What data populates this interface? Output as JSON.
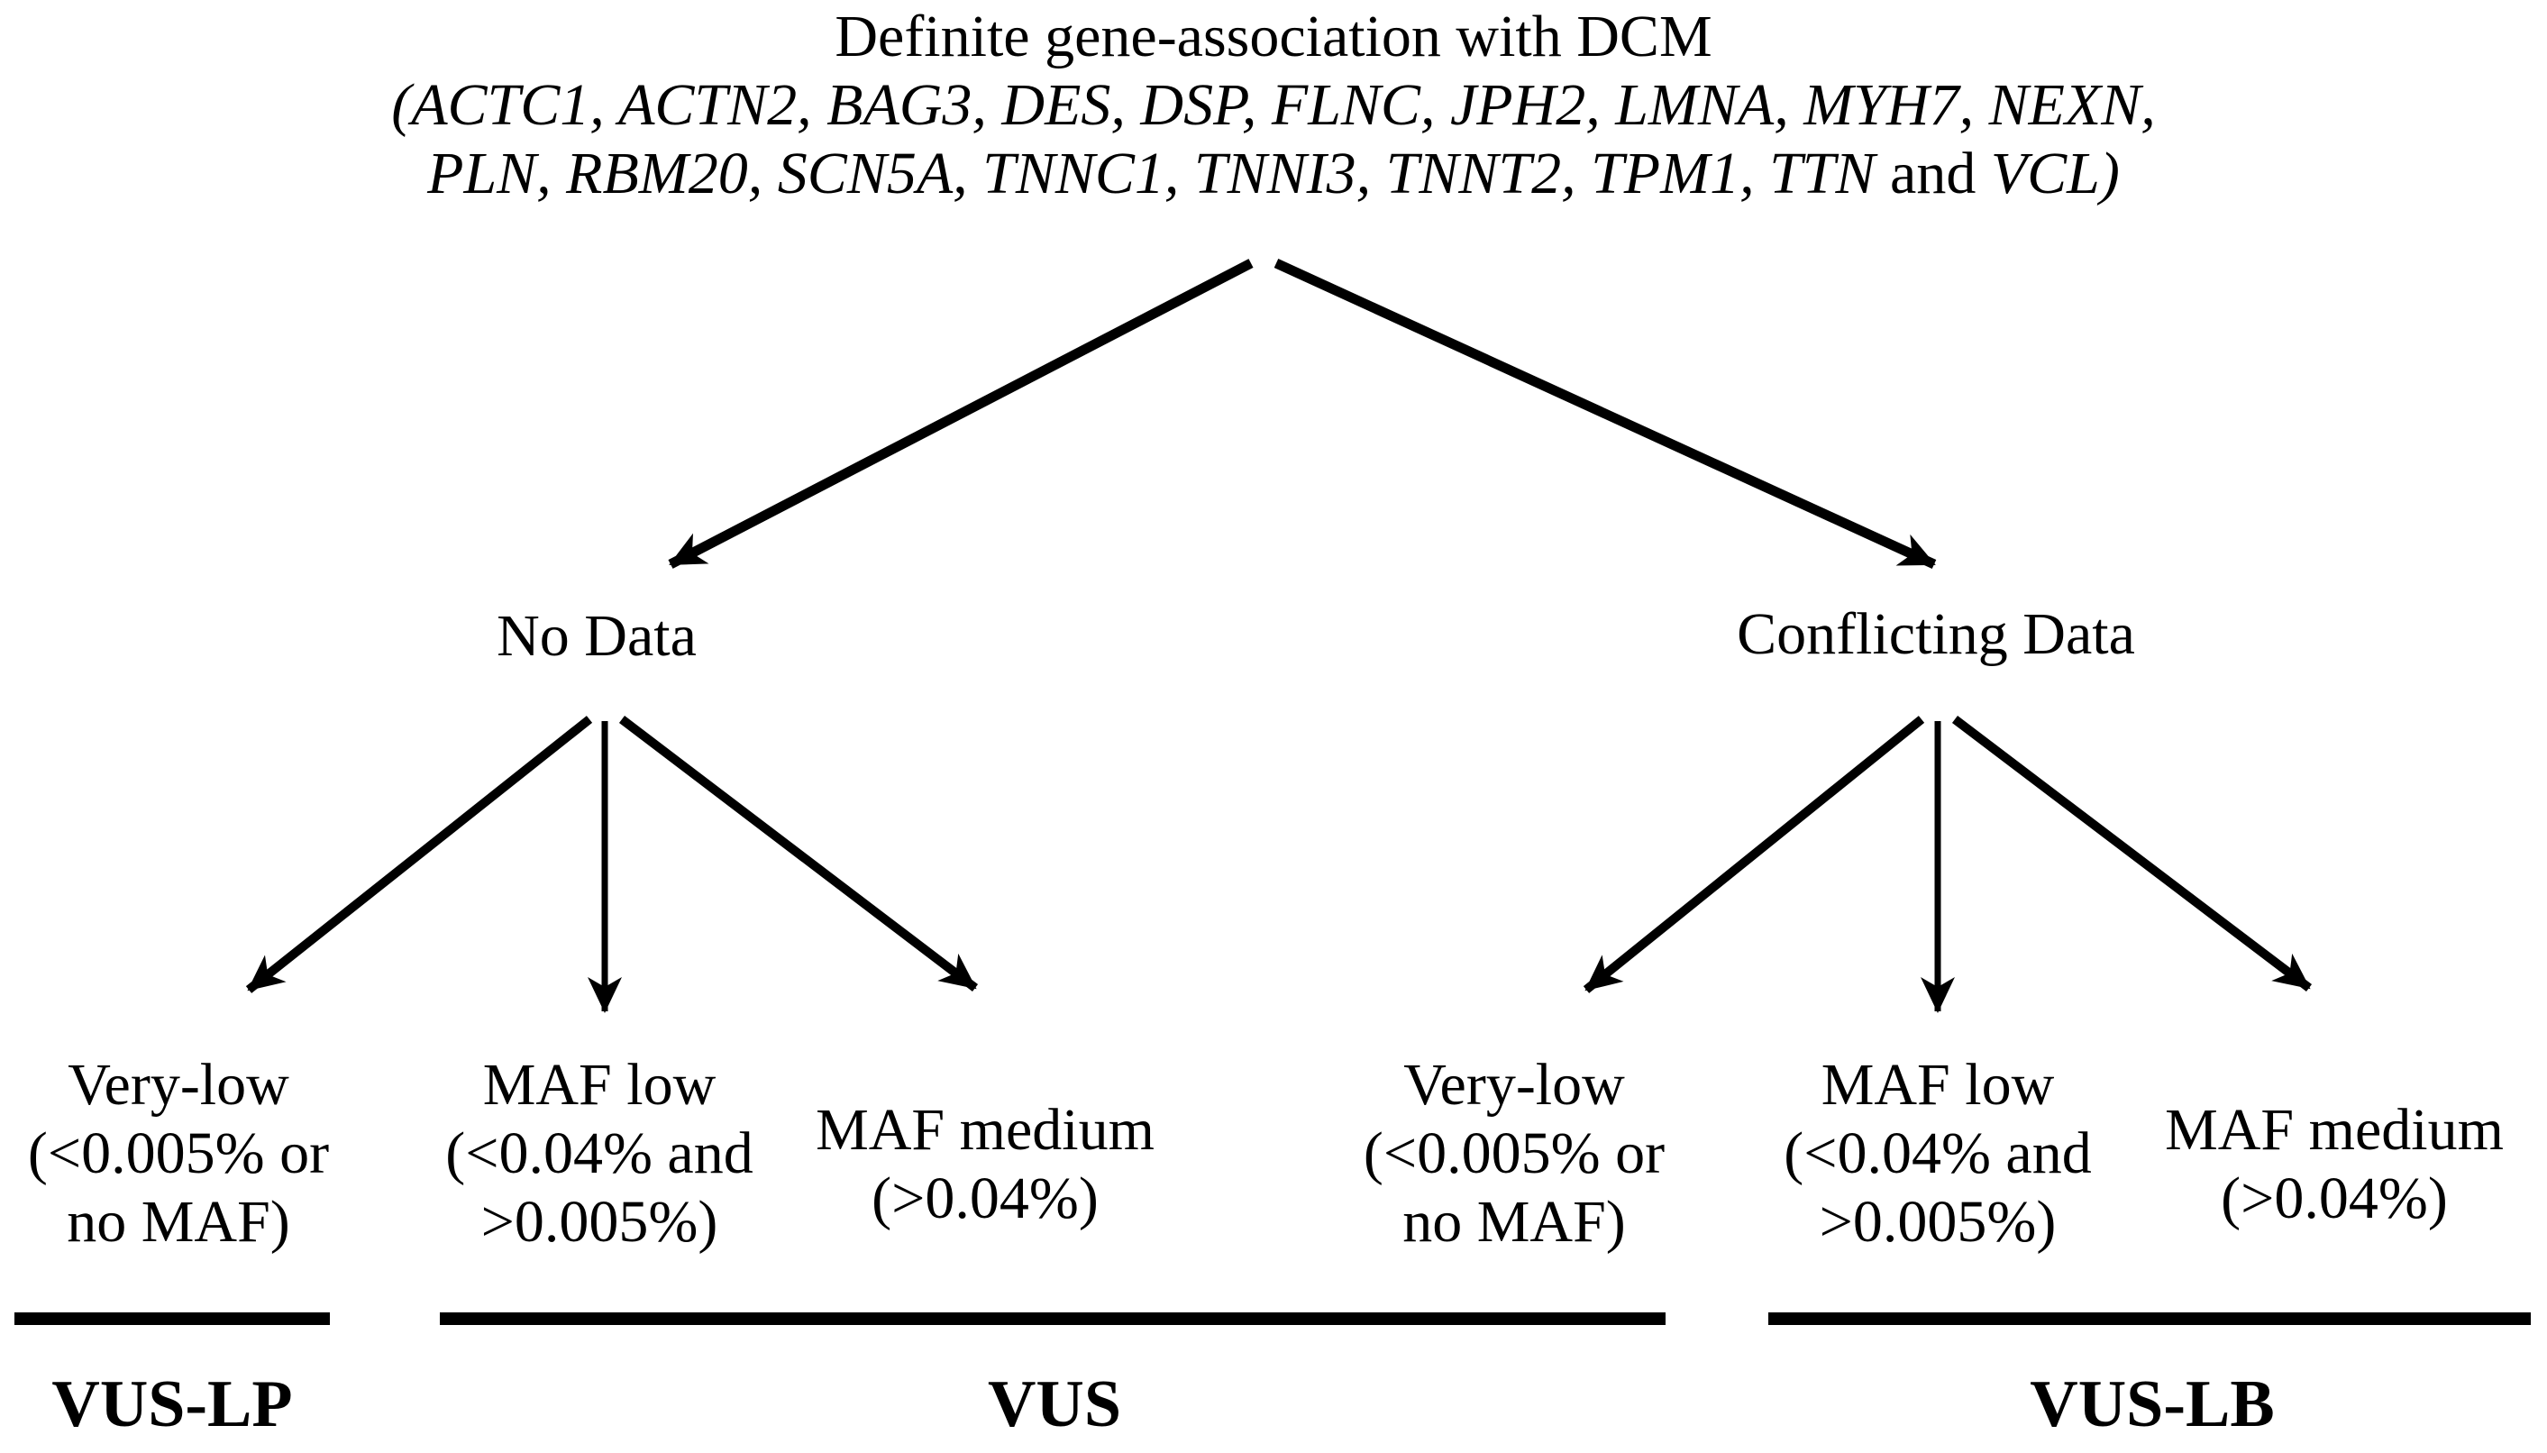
{
  "colors": {
    "ink": "#000000",
    "background": "#ffffff"
  },
  "root": {
    "title": "Definite gene-association with DCM",
    "genes_line1": "(ACTC1, ACTN2, BAG3, DES, DSP, FLNC, JPH2, LMNA, MYH7, NEXN,",
    "genes_line2_italic": "PLN, RBM20, SCN5A, TNNC1, TNNI3, TNNT2, TPM1, TTN",
    "genes_line2_conj": " and ",
    "genes_line2_tail": "VCL)"
  },
  "branches": [
    {
      "label": "No Data"
    },
    {
      "label": "Conflicting Data"
    }
  ],
  "leaves": [
    {
      "branch": "No Data",
      "lines": [
        "Very-low",
        "(<0.005% or",
        "no MAF)"
      ]
    },
    {
      "branch": "No Data",
      "lines": [
        "MAF low",
        "(<0.04% and",
        ">0.005%)"
      ]
    },
    {
      "branch": "No Data",
      "lines": [
        "MAF medium",
        "(>0.04%)"
      ]
    },
    {
      "branch": "Conflicting Data",
      "lines": [
        "Very-low",
        "(<0.005% or",
        "no MAF)"
      ]
    },
    {
      "branch": "Conflicting Data",
      "lines": [
        "MAF low",
        "(<0.04% and",
        ">0.005%)"
      ]
    },
    {
      "branch": "Conflicting Data",
      "lines": [
        "MAF medium",
        "(>0.04%)"
      ]
    }
  ],
  "classifications": [
    {
      "label": "VUS-LP",
      "covers_leaves": [
        0
      ]
    },
    {
      "label": "VUS",
      "covers_leaves": [
        1,
        2,
        3,
        4
      ]
    },
    {
      "label": "VUS-LB",
      "covers_leaves": [
        5
      ]
    }
  ]
}
